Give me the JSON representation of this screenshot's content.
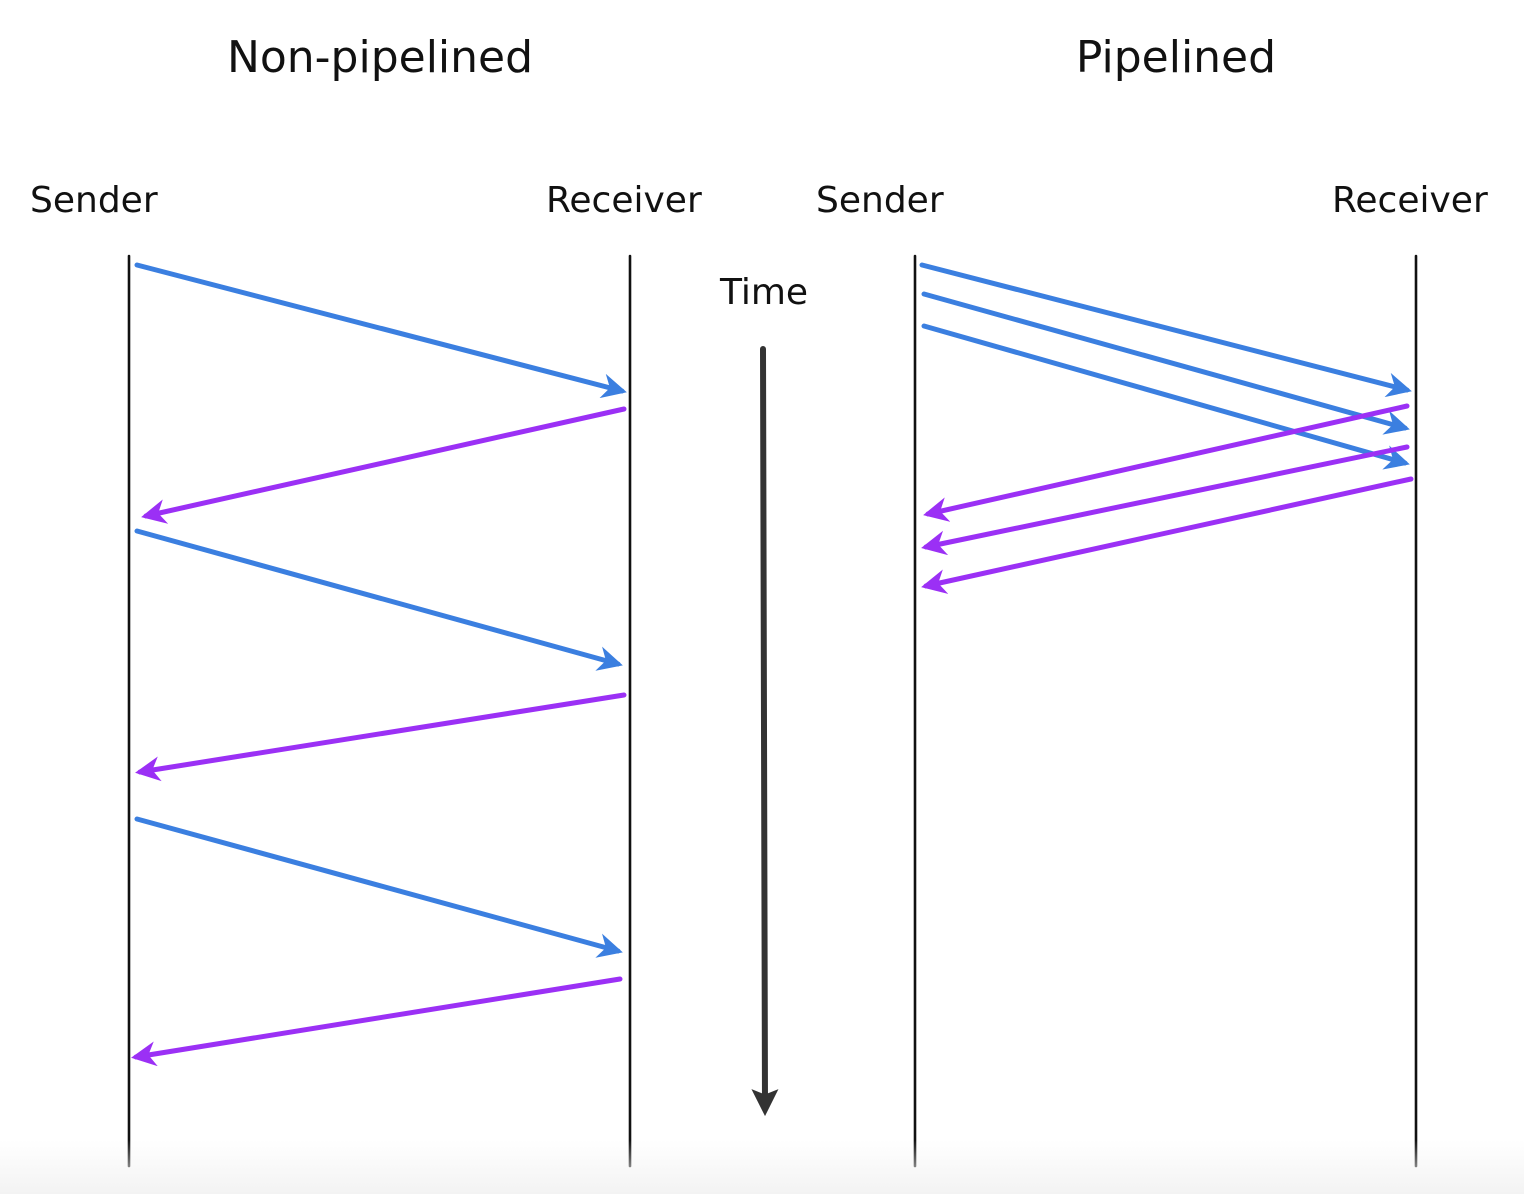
{
  "colors": {
    "data_segment": "#3b7fe0",
    "ack": "#9b30f5",
    "lifeline": "#111111",
    "time_axis": "#333333"
  },
  "panels": [
    {
      "id": "non-pipelined",
      "title": "Non-pipelined",
      "sender_label": "Sender",
      "receiver_label": "Receiver"
    },
    {
      "id": "pipelined",
      "title": "Pipelined",
      "sender_label": "Sender",
      "receiver_label": "Receiver"
    }
  ],
  "time_axis": {
    "label": "Time"
  }
}
